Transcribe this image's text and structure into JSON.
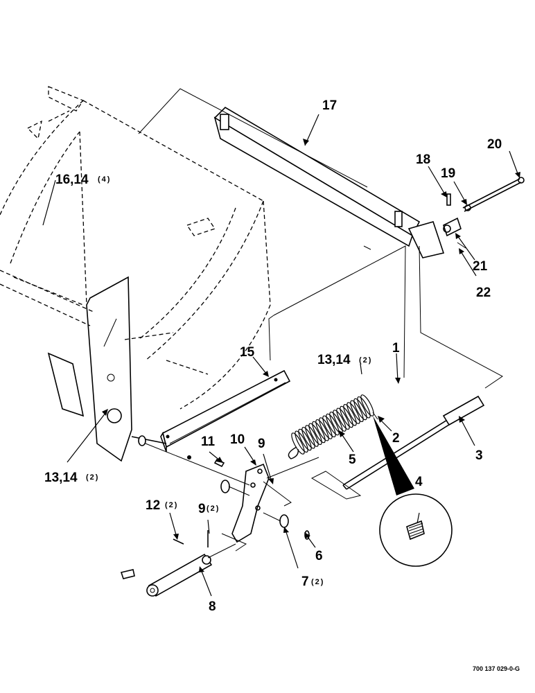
{
  "callouts": {
    "c1": "1",
    "c2": "2",
    "c3": "3",
    "c4": "4",
    "c5": "5",
    "c6": "6",
    "c7": "7",
    "c7q": "(2)",
    "c8": "8",
    "c9a": "9",
    "c9b": "9",
    "c9bq": "(2)",
    "c10": "10",
    "c11": "11",
    "c12": "12",
    "c12q": "(2)",
    "c13a": "13,14",
    "c13aq": "(2)",
    "c13b": "13,14",
    "c13bq": "(2)",
    "c15": "15",
    "c16": "16,14",
    "c16q": "(4)",
    "c17": "17",
    "c18": "18",
    "c19": "19",
    "c20": "20",
    "c21": "21",
    "c22": "22"
  },
  "drawing_number": "700 137 029-0-G"
}
